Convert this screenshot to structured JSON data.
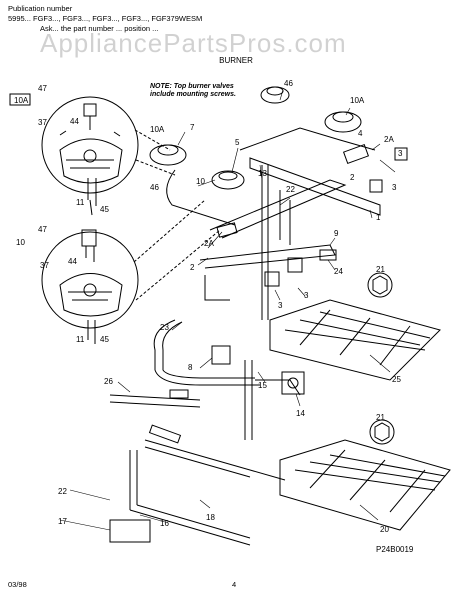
{
  "header": {
    "publication_label": "Publication number",
    "models_line": "5995... FGF3..., FGF3..., FGF3..., FGF3..., FGF379WESM",
    "instructions_line": "Ask... the part number ... position ..."
  },
  "watermark": "AppliancePartsPros.com",
  "diagram_title": "BURNER",
  "note": [
    "NOTE: Top burner valves",
    "include mounting screws."
  ],
  "diagram_code": "P24B0019",
  "footer": {
    "date": "03/98",
    "page": "4"
  },
  "callouts": {
    "c47a": "47",
    "c10a_box": "10A",
    "c37a": "37",
    "c44a": "44",
    "c11a": "11",
    "c45a": "45",
    "c47b": "47",
    "c10_box": "10",
    "c37b": "37",
    "c44b": "44",
    "c11b": "11",
    "c45b": "45",
    "c10a_left": "10A",
    "c7": "7",
    "c5": "5",
    "c46_left": "46",
    "c10_mid": "10",
    "c13": "13",
    "c46_top": "46",
    "c10a_right": "10A",
    "c4": "4",
    "c2a_right": "2A",
    "c3_right": "3",
    "c2_right": "2",
    "c3_mid": "3",
    "c22_top": "22",
    "c1": "1",
    "c9": "9",
    "c2a_mid": "2A",
    "c2_mid": "2",
    "c24": "24",
    "c21_top": "21",
    "c3_a": "3",
    "c3_b": "3",
    "c25": "25",
    "c23": "23",
    "c8": "8",
    "c26": "26",
    "c15": "15",
    "c14": "14",
    "c21_bottom": "21",
    "c22_bottom": "22",
    "c17": "17",
    "c16": "16",
    "c18": "18",
    "c20": "20"
  }
}
